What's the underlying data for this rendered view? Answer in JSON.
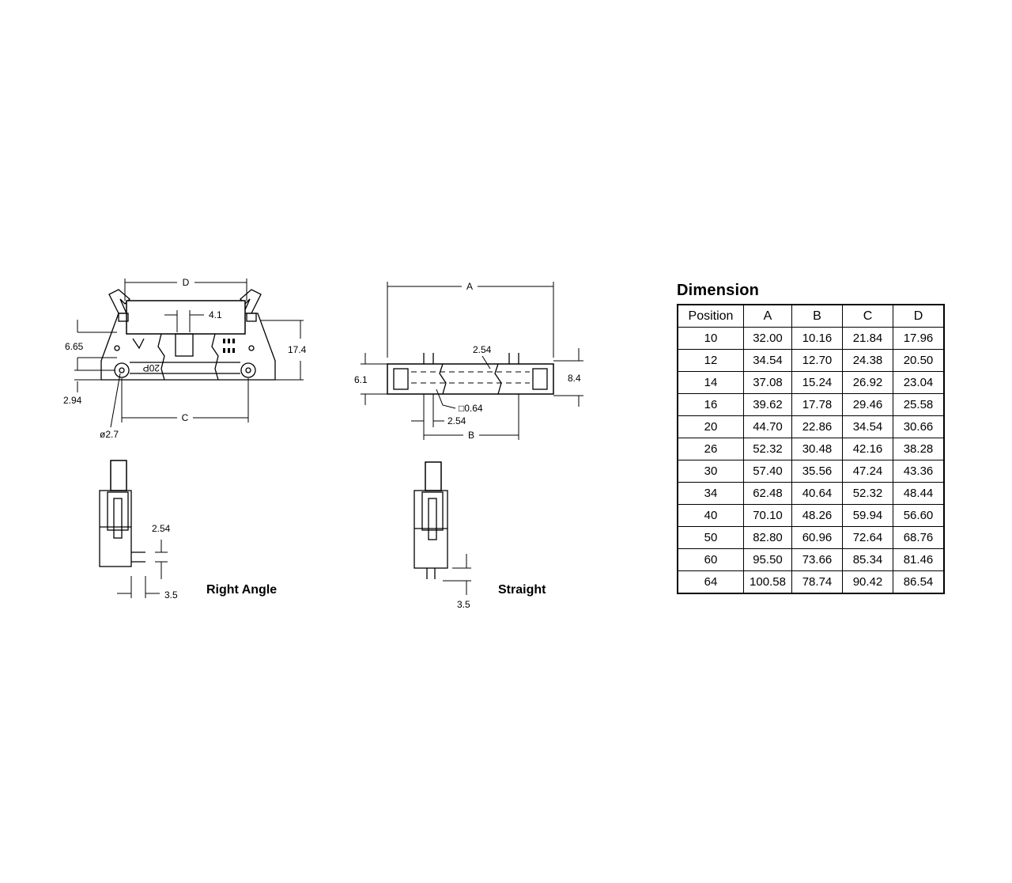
{
  "right_angle": {
    "caption": "Right Angle",
    "labels": {
      "D": "D",
      "w41": "4.1",
      "h665": "6.65",
      "h174": "17.4",
      "marking": "20P",
      "h294": "2.94",
      "C": "C",
      "hole": "ø2.7",
      "pitch": "2.54",
      "tail": "3.5"
    }
  },
  "straight": {
    "caption": "Straight",
    "labels": {
      "A": "A",
      "pitch_top": "2.54",
      "h61": "6.1",
      "h84": "8.4",
      "pin": "□0.64",
      "pitch_bottom": "2.54",
      "B": "B",
      "tail": "3.5"
    }
  },
  "dimension_table": {
    "title": "Dimension",
    "headers": [
      "Position",
      "A",
      "B",
      "C",
      "D"
    ],
    "rows": [
      [
        "10",
        "32.00",
        "10.16",
        "21.84",
        "17.96"
      ],
      [
        "12",
        "34.54",
        "12.70",
        "24.38",
        "20.50"
      ],
      [
        "14",
        "37.08",
        "15.24",
        "26.92",
        "23.04"
      ],
      [
        "16",
        "39.62",
        "17.78",
        "29.46",
        "25.58"
      ],
      [
        "20",
        "44.70",
        "22.86",
        "34.54",
        "30.66"
      ],
      [
        "26",
        "52.32",
        "30.48",
        "42.16",
        "38.28"
      ],
      [
        "30",
        "57.40",
        "35.56",
        "47.24",
        "43.36"
      ],
      [
        "34",
        "62.48",
        "40.64",
        "52.32",
        "48.44"
      ],
      [
        "40",
        "70.10",
        "48.26",
        "59.94",
        "56.60"
      ],
      [
        "50",
        "82.80",
        "60.96",
        "72.64",
        "68.76"
      ],
      [
        "60",
        "95.50",
        "73.66",
        "85.34",
        "81.46"
      ],
      [
        "64",
        "100.58",
        "78.74",
        "90.42",
        "86.54"
      ]
    ]
  }
}
